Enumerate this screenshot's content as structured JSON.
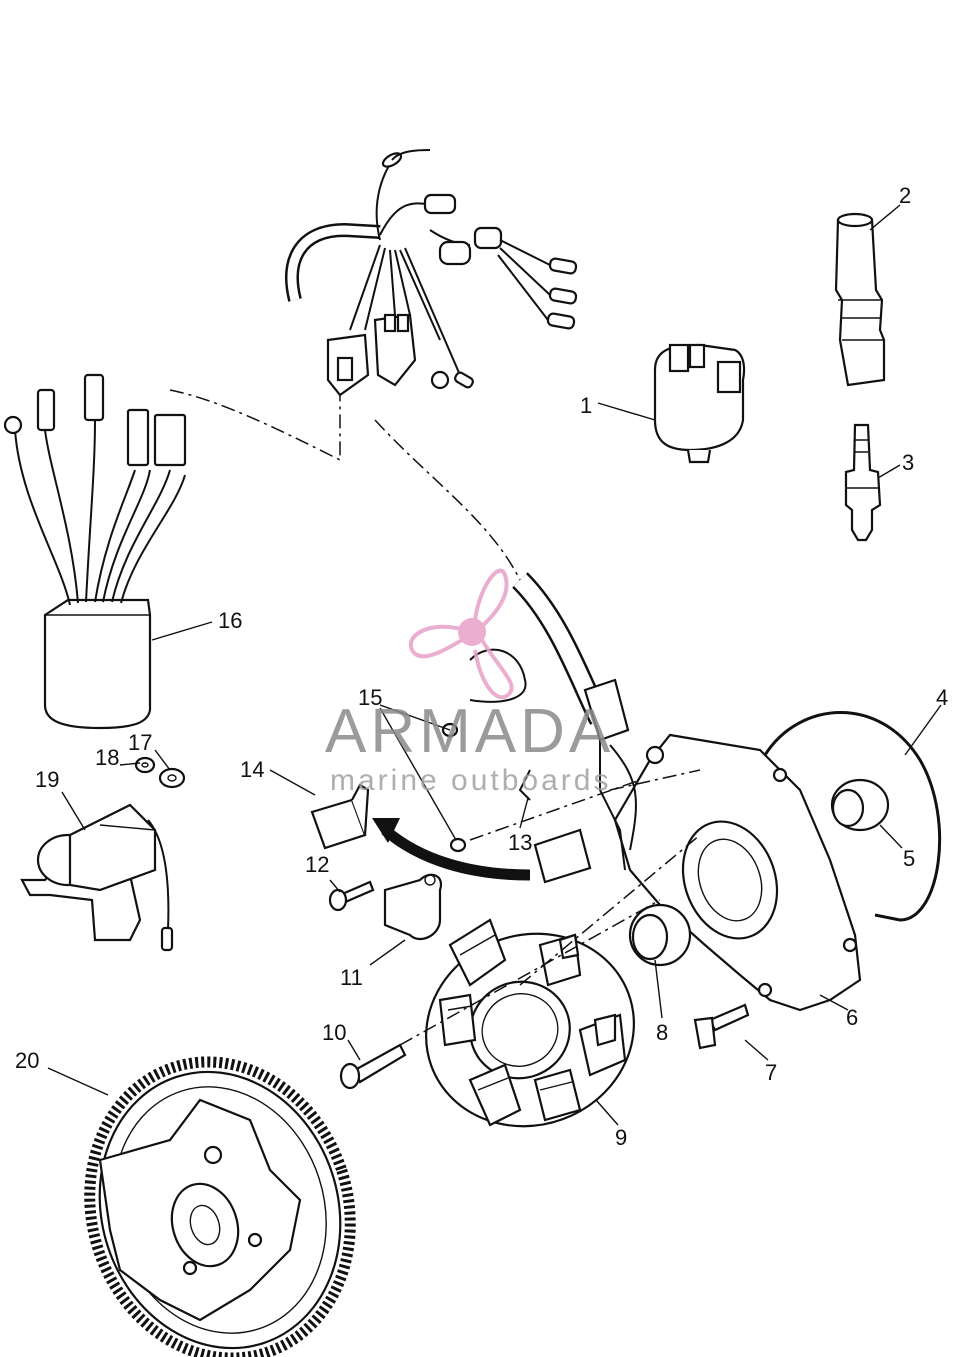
{
  "callouts": [
    {
      "id": "1",
      "text": "1"
    },
    {
      "id": "2",
      "text": "2"
    },
    {
      "id": "3",
      "text": "3"
    },
    {
      "id": "4",
      "text": "4"
    },
    {
      "id": "5",
      "text": "5"
    },
    {
      "id": "6",
      "text": "6"
    },
    {
      "id": "7",
      "text": "7"
    },
    {
      "id": "8",
      "text": "8"
    },
    {
      "id": "9",
      "text": "9"
    },
    {
      "id": "10",
      "text": "10"
    },
    {
      "id": "11",
      "text": "11"
    },
    {
      "id": "12",
      "text": "12"
    },
    {
      "id": "13",
      "text": "13"
    },
    {
      "id": "14",
      "text": "14"
    },
    {
      "id": "15",
      "text": "15"
    },
    {
      "id": "16",
      "text": "16"
    },
    {
      "id": "17",
      "text": "17"
    },
    {
      "id": "18",
      "text": "18"
    },
    {
      "id": "19",
      "text": "19"
    },
    {
      "id": "20",
      "text": "20"
    }
  ],
  "watermark": {
    "title": "ARMADA",
    "subtitle": "marine outboards",
    "color": "#e8a0c8"
  },
  "colors": {
    "ink": "#111111",
    "paper": "#ffffff"
  }
}
